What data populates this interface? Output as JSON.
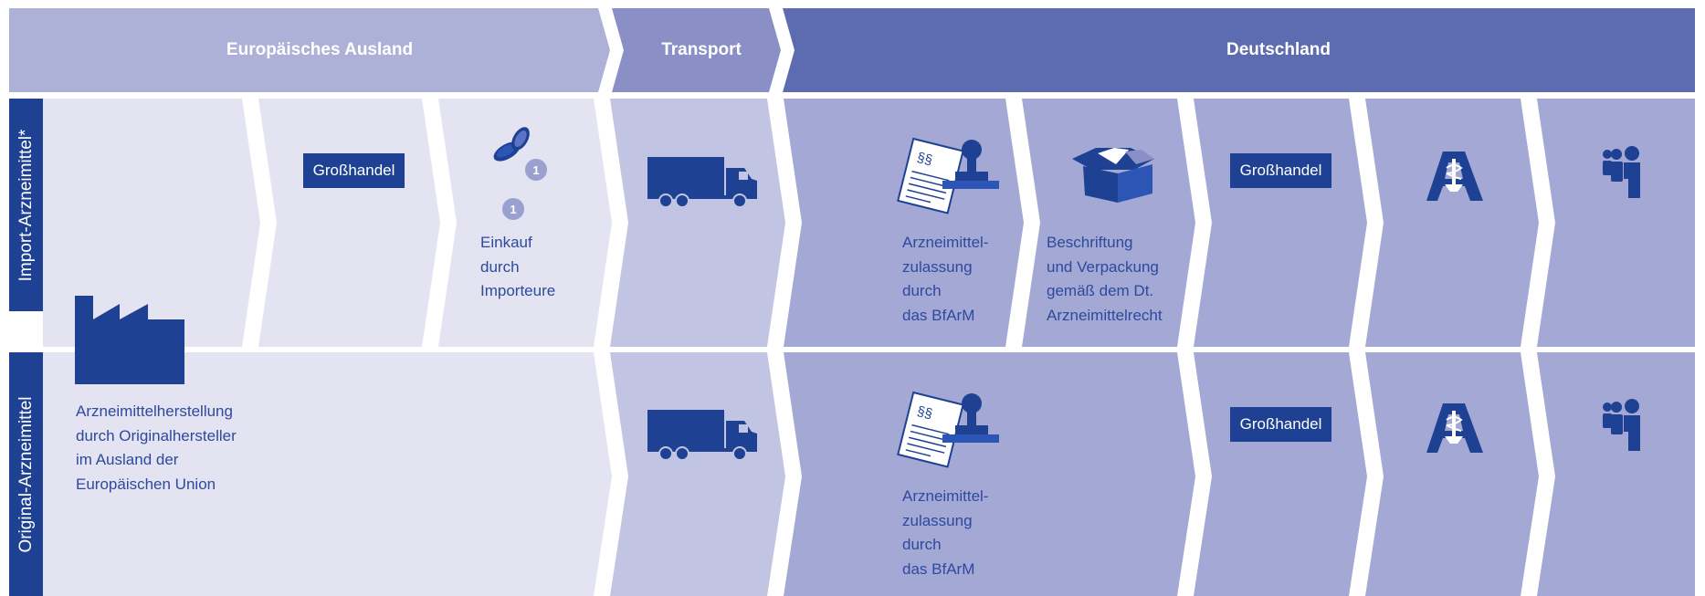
{
  "phases": {
    "europe": "Europäisches Ausland",
    "transport": "Transport",
    "germany": "Deutschland"
  },
  "rows": {
    "import": "Import-Arzneimittel*",
    "original": "Original-Arzneimittel"
  },
  "labels": {
    "manufacturing": [
      "Arzneimittelherstellung",
      "durch Originalhersteller",
      "im Ausland der",
      "Europäischen Union"
    ],
    "wholesale": "Großhandel",
    "purchase": [
      "Einkauf",
      "durch",
      "Importeure"
    ],
    "approval": [
      "Arzneimittel-",
      "zulassung",
      "durch",
      "das BfArM"
    ],
    "labeling": [
      "Beschriftung",
      "und Verpackung",
      "gemäß dem Dt.",
      "Arzneimittelrecht"
    ]
  },
  "colors": {
    "dark_blue": "#1f4194",
    "text_blue": "#2d4a9e",
    "europe_header": "#adb0d7",
    "transport_header": "#8a8fc6",
    "germany_header": "#5d6cb1",
    "europe_cell": "#e3e3f1",
    "transport_cell": "#c2c4e3",
    "germany_cell": "#a3a8d4",
    "coin": "#9aa0d0"
  },
  "icons": [
    "factory-icon",
    "coins-icon",
    "truck-icon",
    "stamp-document-icon",
    "box-icon",
    "pharmacy-icon",
    "people-icon"
  ]
}
